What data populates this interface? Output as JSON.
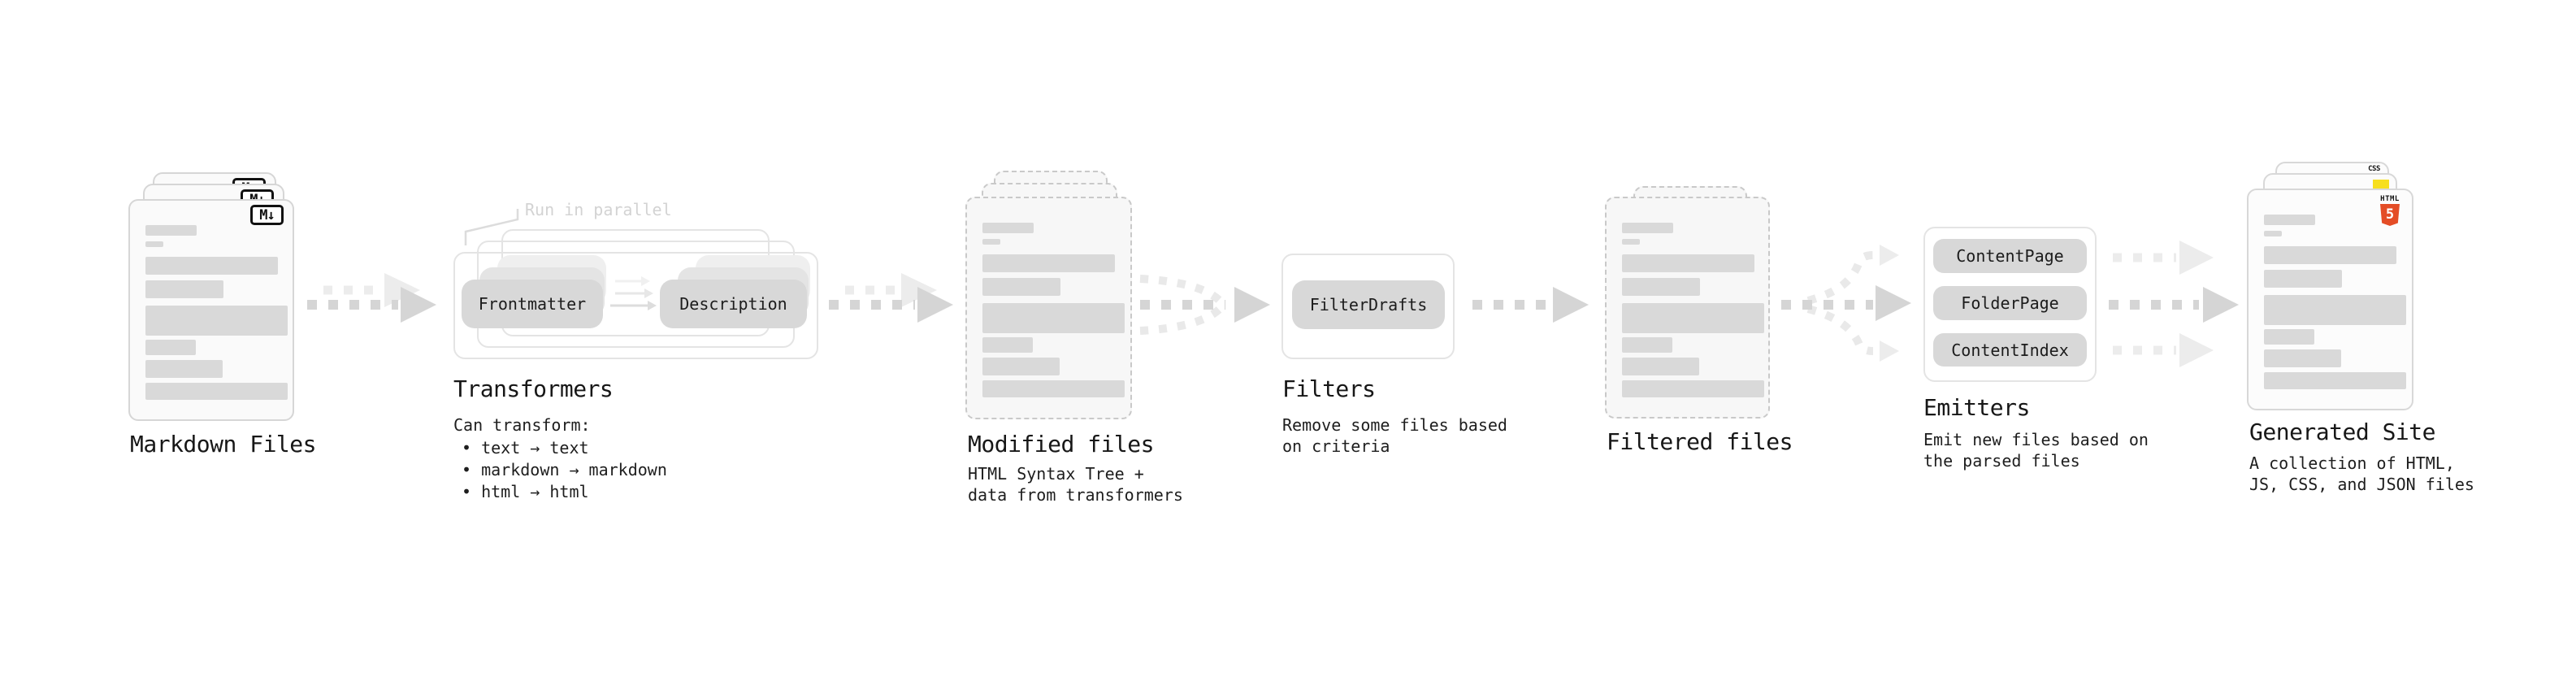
{
  "stages": {
    "markdown": {
      "title": "Markdown Files",
      "badge": "M↓"
    },
    "transformers": {
      "title": "Transformers",
      "note": "Run in parallel",
      "pills": [
        "Frontmatter",
        "Description"
      ],
      "desc_heading": "Can transform:",
      "bullets": [
        "• text → text",
        "• markdown → markdown",
        "• html → html"
      ]
    },
    "modified": {
      "title": "Modified files",
      "desc": "HTML Syntax Tree +\ndata from transformers"
    },
    "filters": {
      "title": "Filters",
      "pills": [
        "FilterDrafts"
      ],
      "desc": "Remove some files based\non criteria"
    },
    "filtered": {
      "title": "Filtered files"
    },
    "emitters": {
      "title": "Emitters",
      "pills": [
        "ContentPage",
        "FolderPage",
        "ContentIndex"
      ],
      "desc": "Emit new files based on\nthe parsed files"
    },
    "generated": {
      "title": "Generated Site",
      "desc": "A collection of HTML,\nJS, CSS, and JSON files",
      "badges": {
        "css": "CSS",
        "html_label": "HTML",
        "html_number": "5"
      }
    }
  },
  "colors": {
    "html5_orange": "#e44d26",
    "js_yellow": "#f7df1e",
    "css_blue": "#2965f1",
    "card_fill": "#fafafa",
    "placeholder_bar": "#d9d9d9",
    "arrow_dark": "#d5d5d5",
    "arrow_light": "#ececec",
    "note_gray": "#d3d3d3"
  }
}
